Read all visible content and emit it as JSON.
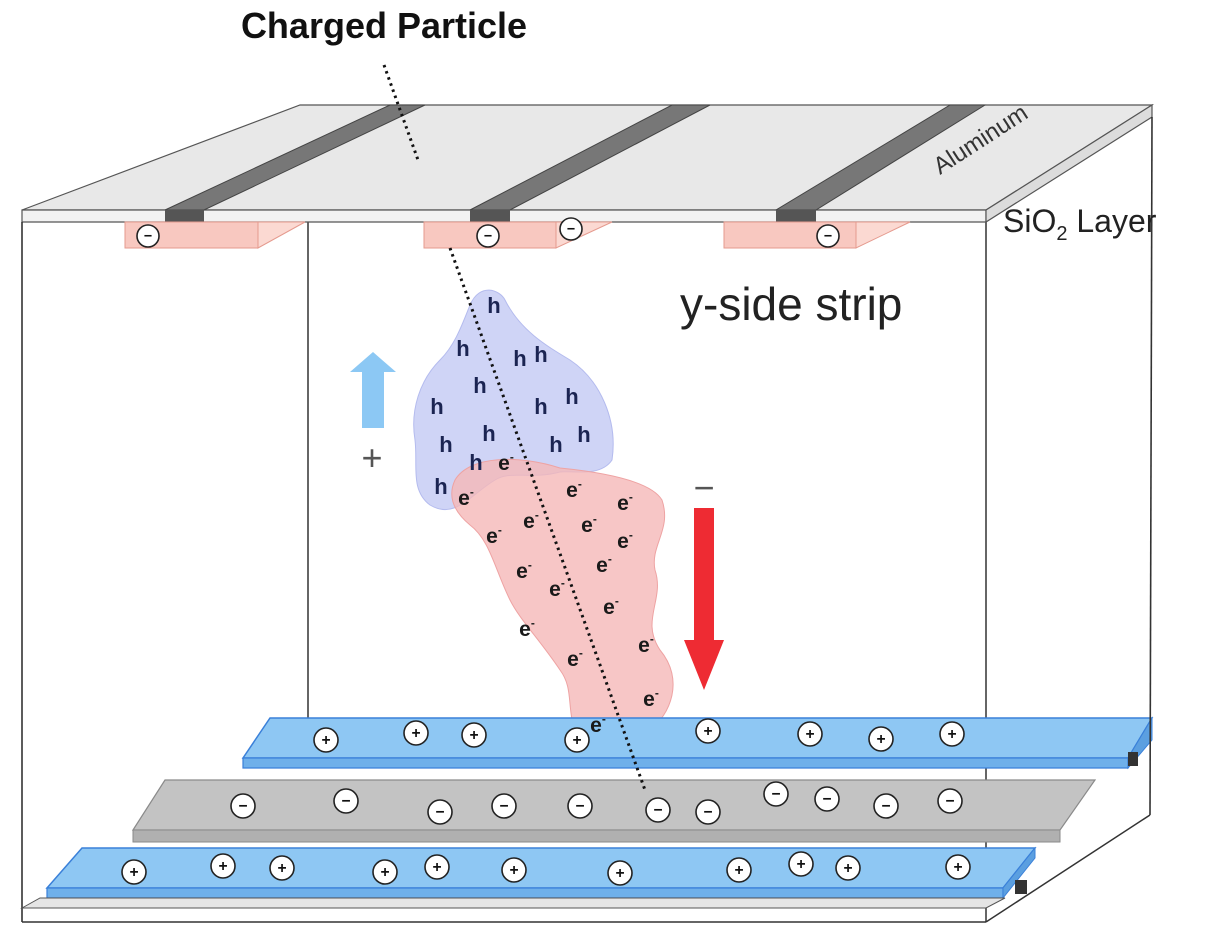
{
  "labels": {
    "title": "Charged Particle",
    "aluminum": "Aluminum",
    "sio2_prefix": "SiO",
    "sio2_sub": "2",
    "sio2_suffix": " Layer",
    "yside": "y-side strip",
    "plus": "+",
    "minus": "−"
  },
  "carriers": {
    "hole_symbol": "h",
    "electron_symbol": "e",
    "electron_sup": "-",
    "plus_charge": "+",
    "minus_charge": "−"
  },
  "colors": {
    "hole_cloud": "#c7ccf5",
    "electron_cloud": "#f5b8b8",
    "up_arrow": "#8cc8f4",
    "down_arrow": "#ee2b33",
    "strip_blue": "#8ec7f3",
    "strip_gray": "#c3c3c3",
    "aluminum": "#6e6e6e",
    "sio2": "#e6e6e6",
    "implant": "#f8c8c0"
  }
}
